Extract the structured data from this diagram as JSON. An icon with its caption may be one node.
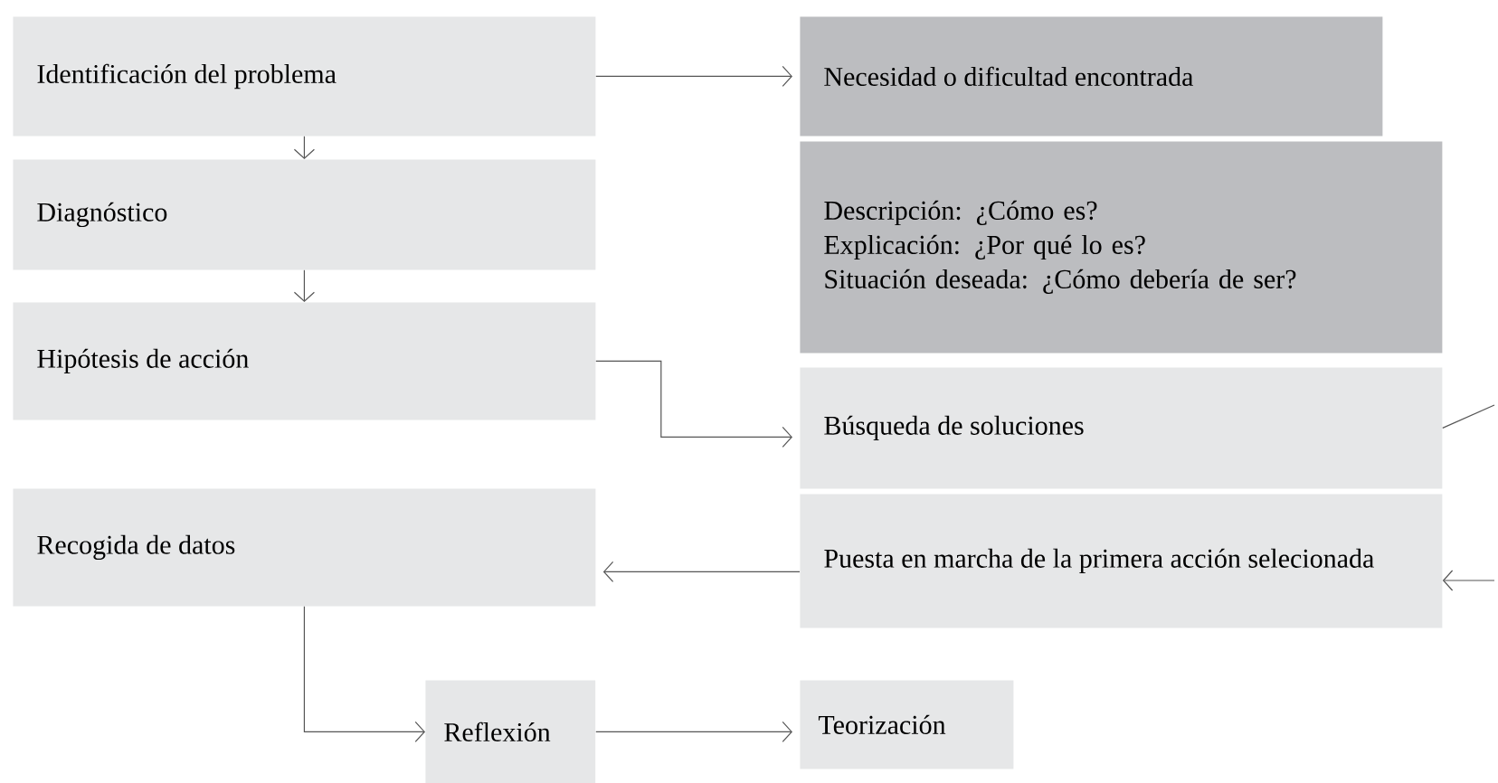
{
  "diagram": {
    "nodes": [
      {
        "text": [
          "Identificación del problema"
        ]
      },
      {
        "text": [
          "Diagnóstico"
        ]
      },
      {
        "text": [
          "Hipótesis de acción"
        ]
      },
      {
        "text": [
          "Recogida de datos"
        ]
      },
      {
        "text": [
          "Reflexión"
        ]
      },
      {
        "text": [
          "Necesidad o dificultad encontrada"
        ]
      },
      {
        "text": [
          "Descripción: ¿Cómo es?",
          "Explicación: ¿Por qué lo es?",
          "Situación deseada: ¿Cómo debería de ser?"
        ]
      },
      {
        "text": [
          "Búsqueda de soluciones"
        ]
      },
      {
        "text": [
          "Puesta en marcha de la primera acción selecionada"
        ]
      },
      {
        "text": [
          "Teorización"
        ]
      }
    ],
    "edges": [
      {
        "from": 0,
        "to": 1,
        "arrow": "to"
      },
      {
        "from": 1,
        "to": 2,
        "arrow": "to"
      },
      {
        "from": 0,
        "to": 5,
        "arrow": "to"
      },
      {
        "from": 2,
        "to": 7,
        "arrow": "to"
      },
      {
        "from": 8,
        "to": 3,
        "arrow": "to"
      },
      {
        "from": 3,
        "to": 4,
        "arrow": "to"
      },
      {
        "from": 4,
        "to": 9,
        "arrow": "to"
      },
      {
        "from": 7,
        "to": null,
        "arrow": "none"
      },
      {
        "from": null,
        "to": 8,
        "arrow": "to"
      }
    ]
  }
}
